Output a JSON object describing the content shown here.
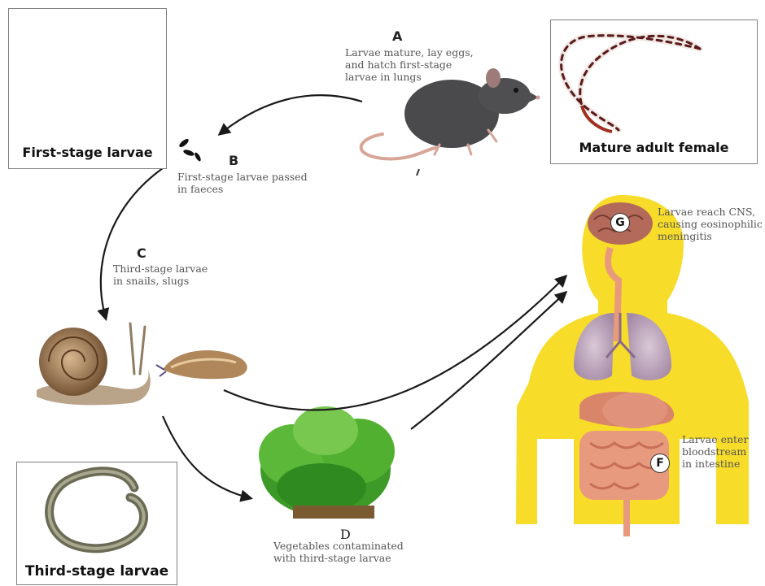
{
  "panels": {
    "first_stage": "First-stage larvae",
    "mature_female": "Mature adult female",
    "third_stage": "Third-stage larvae"
  },
  "steps": {
    "a": {
      "letter": "A",
      "text": "Larvae mature, lay eggs,\nand hatch first-stage\nlarvae in lungs"
    },
    "b": {
      "letter": "B",
      "text": "First-stage larvae passed\nin faeces"
    },
    "c": {
      "letter": "C",
      "text": "Third-stage larvae\nin snails, slugs"
    },
    "d": {
      "letter": "D",
      "text": "Vegetables contaminated\nwith third-stage larvae"
    },
    "f": {
      "letter": "F",
      "text": "Larvae enter\nbloodstream\nin intestine"
    },
    "g": {
      "letter": "G",
      "text": "Larvae reach CNS,\ncausing eosinophilic\nmeningitis"
    }
  },
  "colors": {
    "body_yellow": "#f7dc2a",
    "arrow": "#1a1a1a",
    "rat": "#4a4a4c",
    "lettuce": "#49a62d"
  }
}
